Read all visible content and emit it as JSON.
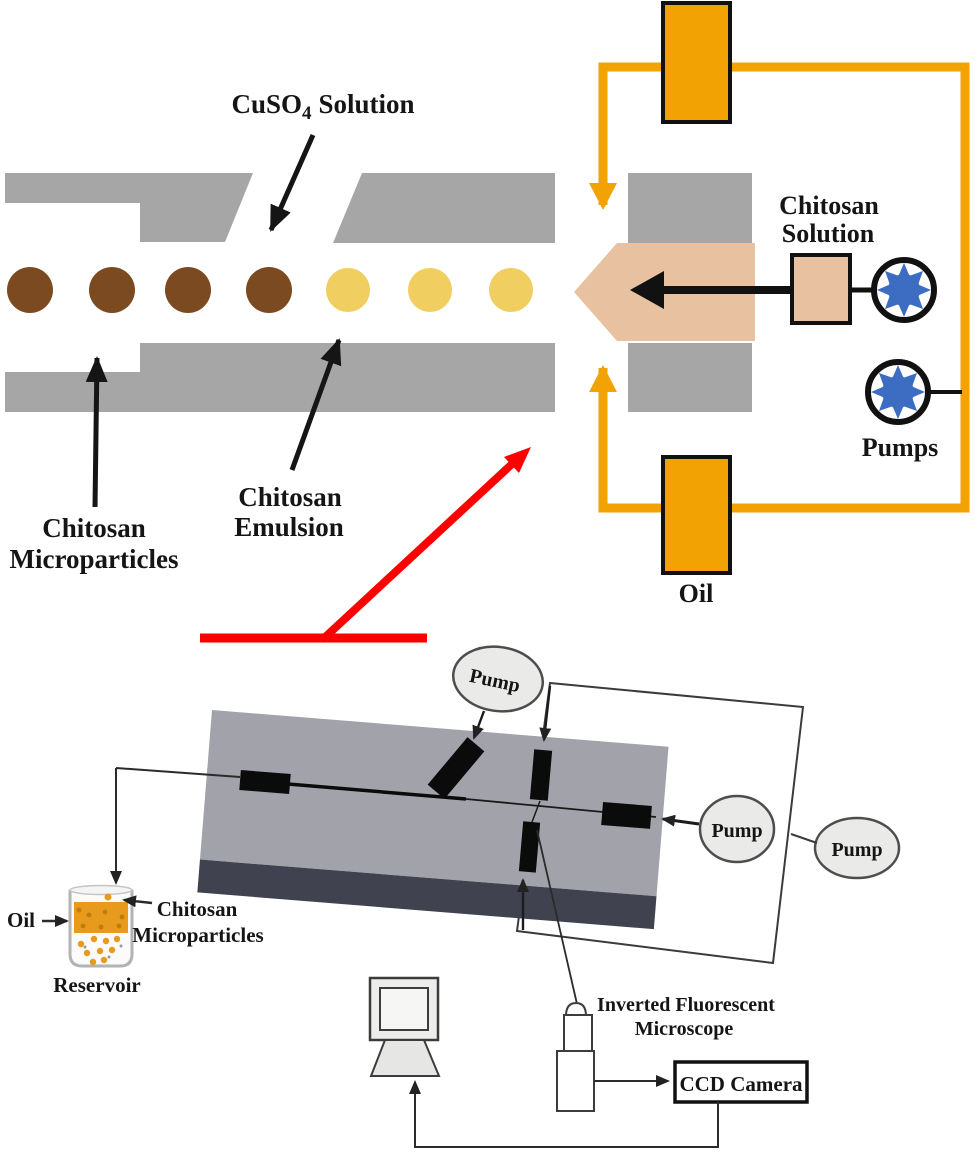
{
  "palette": {
    "wall_gray": "#A6A6A6",
    "chip_gray": "#A2A3AA",
    "chip_dark": "#404250",
    "microparticle_brown": "#7B4A21",
    "emulsion_yellow": "#F0CE5F",
    "chitosan_tan": "#E8C2A0",
    "oil_orange": "#F2A202",
    "pump_blue": "#3D6CC3",
    "arrow_red": "#FF0000"
  },
  "top": {
    "labels": {
      "cuso4": {
        "main": "CuSO",
        "sub": "4",
        "rest": "Solution"
      },
      "chitosan_solution": [
        "Chitosan",
        "Solution"
      ],
      "pumps": "Pumps",
      "oil": "Oil",
      "chitosan_microparticles": [
        "Chitosan",
        "Microparticles"
      ],
      "chitosan_emulsion": [
        "Chitosan",
        "Emulsion"
      ]
    }
  },
  "bottom": {
    "labels": {
      "pump_top": "Pump",
      "pump_right": "Pump",
      "pump_far_right": "Pump",
      "oil": "Oil",
      "chitosan_microparticles": [
        "Chitosan",
        "Microparticles"
      ],
      "reservoir": "Reservoir",
      "microscope": [
        "Inverted Fluorescent",
        "Microscope"
      ],
      "ccd_camera": "CCD Camera"
    }
  }
}
